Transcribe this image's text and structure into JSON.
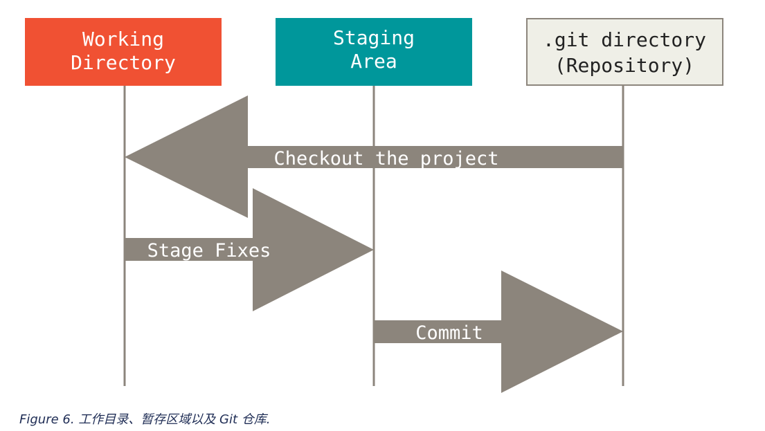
{
  "diagram": {
    "boxes": {
      "working": {
        "line1": "Working",
        "line2": "Directory",
        "fill": "#f05133",
        "text_color": "#ffffff"
      },
      "staging": {
        "line1": "Staging",
        "line2": "Area",
        "fill": "#00979b",
        "text_color": "#ffffff"
      },
      "repo": {
        "line1": ".git directory",
        "line2": "(Repository)",
        "fill": "#efefe7",
        "stroke": "#8c857c",
        "text_color": "#222222"
      }
    },
    "arrows": {
      "checkout": {
        "label": "Checkout the project"
      },
      "stage": {
        "label": "Stage Fixes"
      },
      "commit": {
        "label": "Commit"
      }
    },
    "arrow_color": "#8c857c",
    "lifeline_color": "#8c857c"
  },
  "caption": {
    "text": "Figure 6. 工作目录、暂存区域以及 Git 仓库."
  }
}
